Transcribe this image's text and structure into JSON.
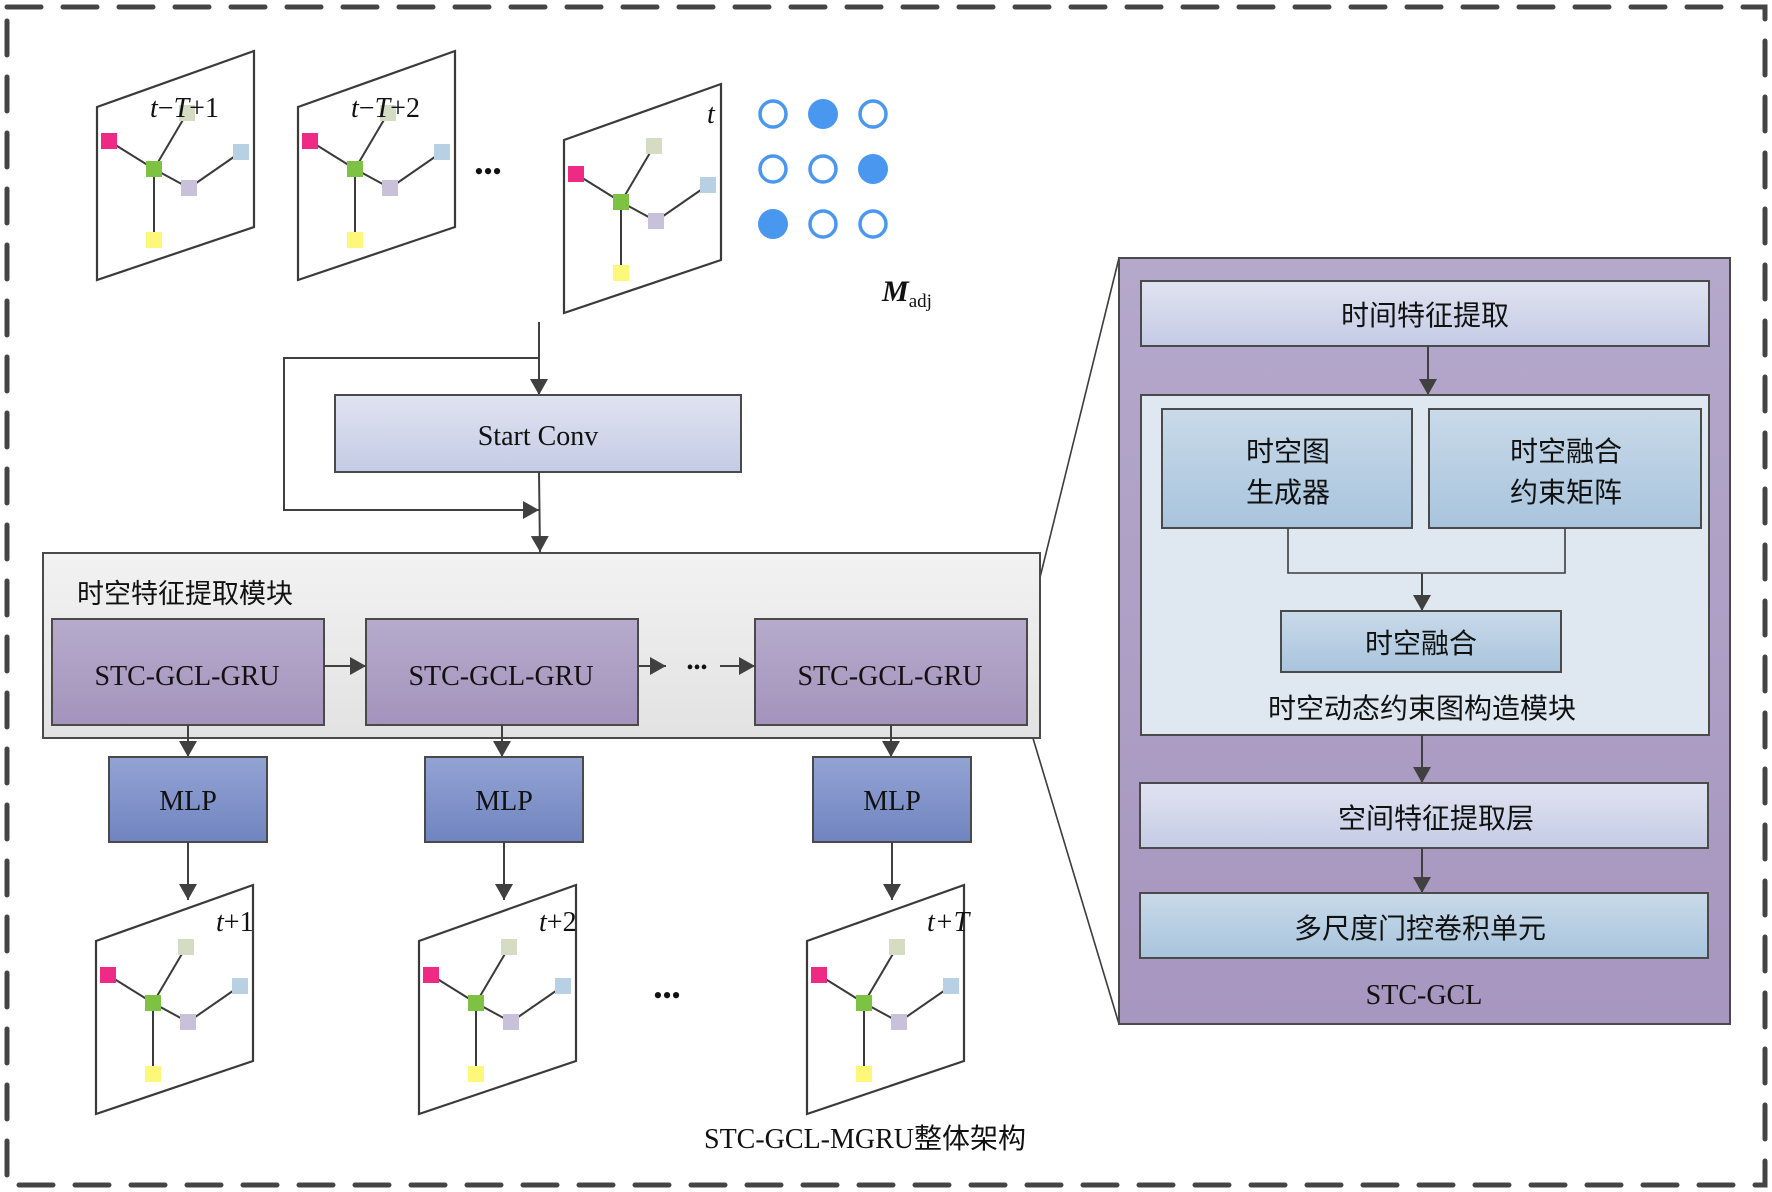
{
  "title": "STC-GCL-MGRU整体架构",
  "colors": {
    "border_dash": "#444444",
    "module_fill": "#ececec",
    "gru_fill_top": "#b5aacb",
    "gru_fill_bottom": "#a595bd",
    "mlp_fill_top": "#8f9fd0",
    "mlp_fill_bottom": "#7386c0",
    "start_conv_fill_top": "#dde1ee",
    "start_conv_fill_bottom": "#c6cde6",
    "stcgcl_panel_fill": "#ab9ac2",
    "inner_panel_fill": "#dfe8f1",
    "blue_box_top": "#c7d8e8",
    "blue_box_bottom": "#a9c5de",
    "matrix_dot": "#4a97f0"
  },
  "input_frames": [
    {
      "label_t": "t",
      "label_rest": "−",
      "label_T": "T",
      "label_suffix": "+1"
    },
    {
      "label_t": "t",
      "label_rest": "−",
      "label_T": "T",
      "label_suffix": "+2"
    },
    {
      "label_t": "t",
      "label_rest": "",
      "label_T": "",
      "label_suffix": ""
    }
  ],
  "input_ellipsis": "•••",
  "adjacency": {
    "label_main": "M",
    "label_sub": "adj",
    "matrix": [
      [
        0,
        1,
        0
      ],
      [
        0,
        0,
        1
      ],
      [
        1,
        0,
        0
      ]
    ]
  },
  "node_colors": {
    "center": "#7dc242",
    "left": "#ee2a84",
    "top": "#d4dcc4",
    "right": "#b8d0e4",
    "mid": "#c9c0da",
    "bottom": "#fdf87a"
  },
  "start_conv": {
    "label": "Start Conv"
  },
  "st_module": {
    "label": "时空特征提取模块",
    "cells": [
      "STC-GCL-GRU",
      "STC-GCL-GRU",
      "STC-GCL-GRU"
    ],
    "chain_ellipsis": "•••"
  },
  "mlp": [
    "MLP",
    "MLP",
    "MLP"
  ],
  "output_frames": [
    {
      "label_t": "t",
      "label_suffix": "+1"
    },
    {
      "label_t": "t",
      "label_suffix": "+2"
    },
    {
      "label_t": "t",
      "label_suffix": "+T"
    }
  ],
  "output_ellipsis": "•••",
  "stc_gcl": {
    "caption": "STC-GCL",
    "temporal": "时间特征提取",
    "graph_module": {
      "caption": "时空动态约束图构造模块",
      "generator": [
        "时空图",
        "生成器"
      ],
      "constraint": [
        "时空融合",
        "约束矩阵"
      ],
      "fusion": "时空融合"
    },
    "spatial": "空间特征提取层",
    "gated_conv": "多尺度门控卷积单元"
  }
}
